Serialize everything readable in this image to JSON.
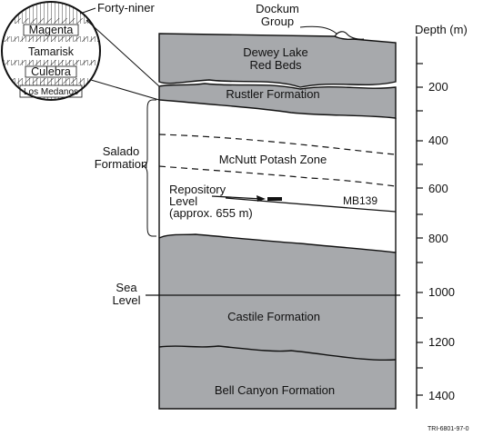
{
  "inset": {
    "title": "Forty-niner",
    "layers": [
      "Magenta",
      "Tamarisk",
      "Culebra",
      "Los Medanos"
    ]
  },
  "group_label": "Dockum\nGroup",
  "formations": {
    "dewey_lake": "Dewey Lake\nRed Beds",
    "rustler": "Rustler Formation",
    "salado": "Salado\nFormation",
    "mcnutt": "McNutt Potash Zone",
    "repository": "Repository\nLevel\n(approx. 655 m)",
    "marker_bed": "MB139",
    "sea_level": "Sea\nLevel",
    "castile": "Castile Formation",
    "bell_canyon": "Bell Canyon Formation"
  },
  "depth_axis": {
    "title": "Depth (m)",
    "ticks": [
      "200",
      "400",
      "600",
      "800",
      "1000",
      "1200",
      "1400"
    ]
  },
  "footer_code": "TRI-6801-97-0",
  "colors": {
    "rock_gray": "#a7a9ac",
    "line": "#111111"
  }
}
